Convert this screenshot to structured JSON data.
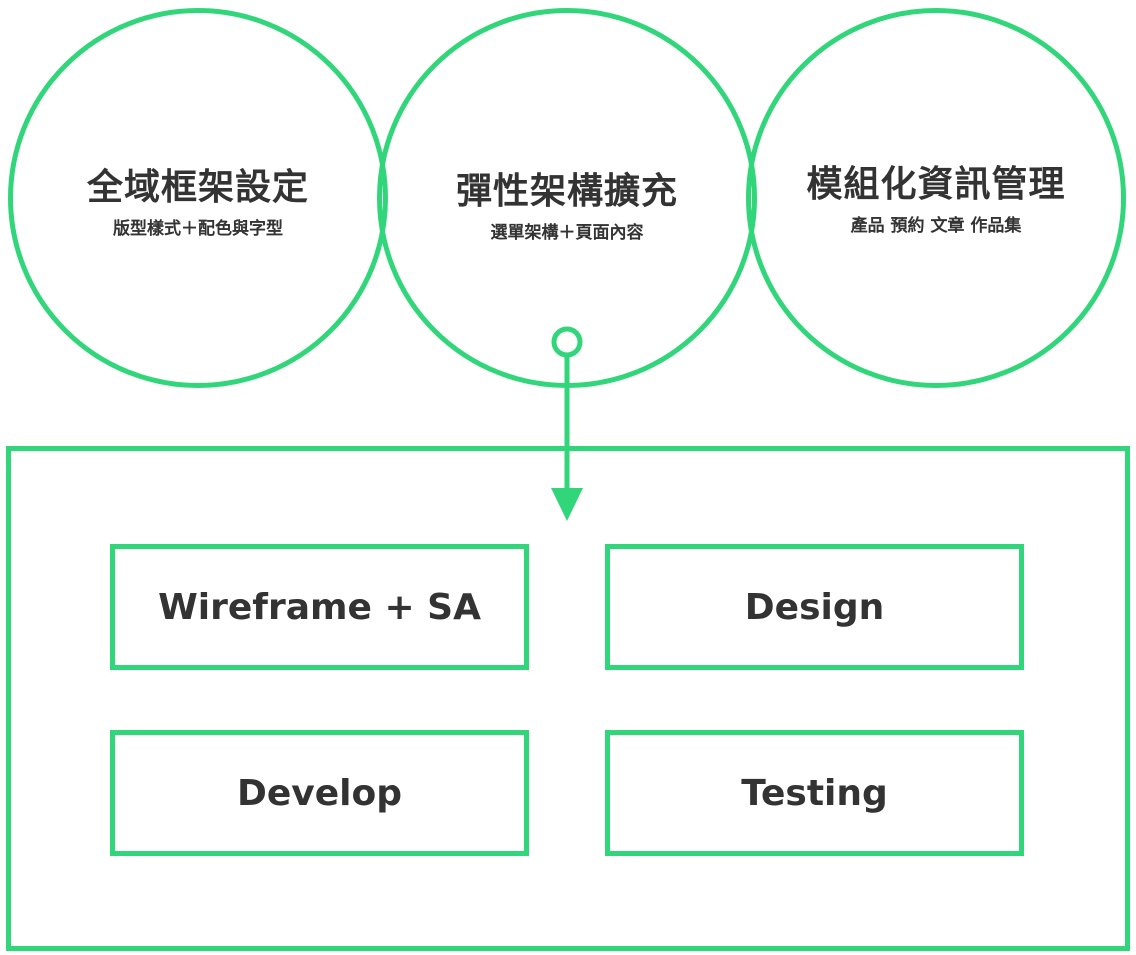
{
  "colors": {
    "accent": "#32d67a",
    "text": "#333333",
    "background": "#ffffff"
  },
  "circles": [
    {
      "title": "全域框架設定",
      "subtitle": "版型樣式＋配色與字型"
    },
    {
      "title": "彈性架構擴充",
      "subtitle": "選單架構＋頁面內容"
    },
    {
      "title": "模組化資訊管理",
      "subtitle": "產品 預約 文章 作品集"
    }
  ],
  "phases": [
    {
      "label": "Wireframe + SA"
    },
    {
      "label": "Design"
    },
    {
      "label": "Develop"
    },
    {
      "label": "Testing"
    }
  ]
}
